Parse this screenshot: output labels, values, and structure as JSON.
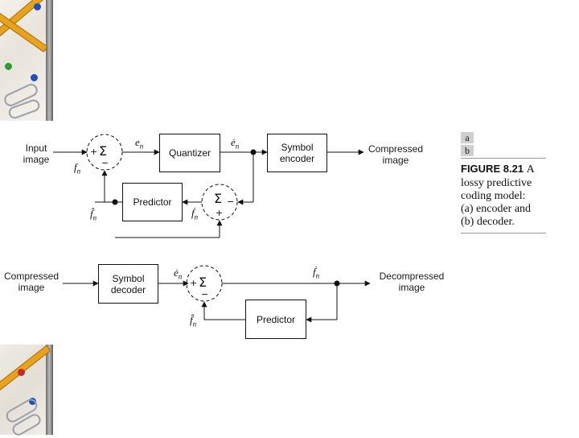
{
  "encoder": {
    "input_label": "Input\nimage",
    "fn": "f",
    "en": "e",
    "en_dot": "ė",
    "fn_hat": "f̂",
    "fn_dot": "ḟ",
    "quantizer": "Quantizer",
    "symbol_encoder": "Symbol\nencoder",
    "predictor": "Predictor",
    "output_label": "Compressed\nimage",
    "sub": "n",
    "sigma": "Σ",
    "plus": "+",
    "minus": "−"
  },
  "decoder": {
    "input_label": "Compressed\nimage",
    "symbol_decoder": "Symbol\ndecoder",
    "en_dot": "ė",
    "fn_dot": "ḟ",
    "fn_hat": "f̂",
    "predictor": "Predictor",
    "output_label": "Decompressed\nimage",
    "sub": "n"
  },
  "caption": {
    "panel_a": "a",
    "panel_b": "b",
    "figure_number": "FIGURE 8.21",
    "first_word": "A",
    "lines": [
      "lossy predictive",
      "coding model:",
      "(a) encoder and",
      "(b) decoder."
    ]
  },
  "colors": {
    "pencil": "#e8a21c",
    "pin_blue": "#1f4fbf",
    "pin_green": "#2e9a3a",
    "pin_red": "#c62828"
  }
}
